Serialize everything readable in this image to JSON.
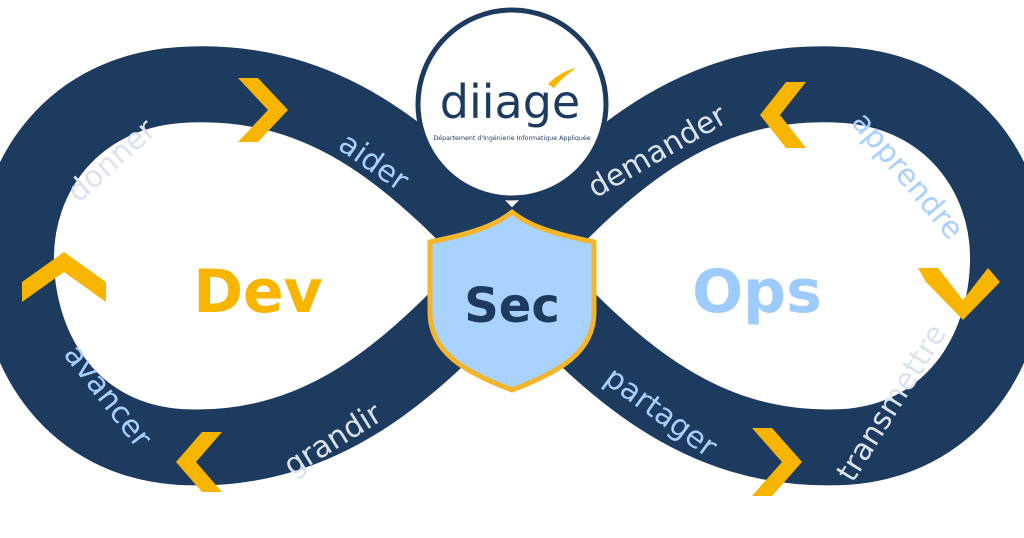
{
  "logo": {
    "wordmark": "diiage",
    "tagline": "Département d'Ingénierie Informatique Appliquée"
  },
  "left_loop": {
    "title": "Dev",
    "labels": [
      "donner",
      "aider",
      "grandir",
      "avancer"
    ]
  },
  "center": {
    "title": "Sec"
  },
  "right_loop": {
    "title": "Ops",
    "labels": [
      "demander",
      "apprendre",
      "transmettre",
      "partager"
    ]
  },
  "colors": {
    "band": "#1d3a5f",
    "dev": "#f7b500",
    "ops": "#9ecbff",
    "label_white": "#dbe3ec",
    "label_blue": "#a9d0ff",
    "shield_fill": "#a9d2ff",
    "shield_stroke": "#f3b52a",
    "sec_text": "#1d3a5f",
    "chevron": "#f7b500"
  }
}
